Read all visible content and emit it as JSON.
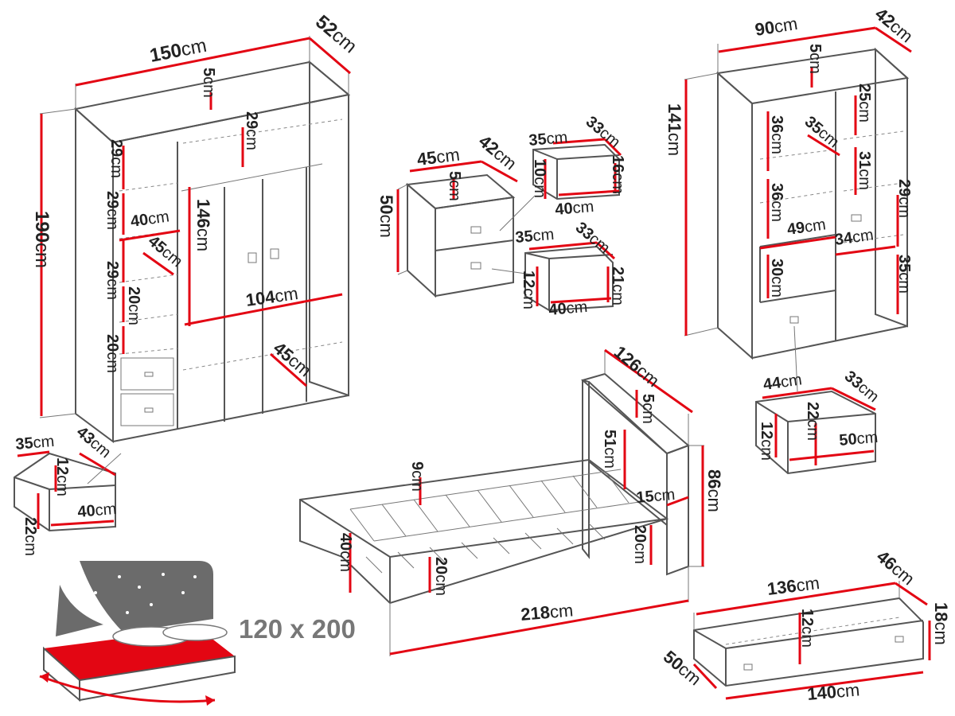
{
  "colors": {
    "accent": "#e30613",
    "outline": "#555555",
    "mattress": "#e30613",
    "headboard": "#6b6b6b"
  },
  "unit": "cm",
  "bed_size_label": "120 x 200",
  "dimensions": {
    "wardrobe_width": "150",
    "wardrobe_depth": "52",
    "wardrobe_height": "190",
    "wardrobe_top": "5",
    "wardrobe_shelf_a": "29",
    "wardrobe_inner_gap": "29",
    "wardrobe_shelf_b": "29",
    "wardrobe_shelf_c": "29",
    "wardrobe_shelf_w": "40",
    "wardrobe_shelf_d": "45",
    "wardrobe_hang_h": "146",
    "wardrobe_hang_w": "104",
    "wardrobe_hang_d": "45",
    "wardrobe_shelf_e": "20",
    "wardrobe_shelf_f": "20",
    "wd_drawer_w": "35",
    "wd_drawer_d": "43",
    "wd_drawer_h": "12",
    "wd_drawer_front_w": "40",
    "wd_drawer_front_h": "22",
    "ns_width": "45",
    "ns_depth": "42",
    "ns_height": "50",
    "ns_top": "5",
    "ns_d1_w": "35",
    "ns_d1_d": "33",
    "ns_d1_h": "10",
    "ns_d1_front_w": "40",
    "ns_d1_front_h": "16",
    "ns_d2_w": "35",
    "ns_d2_d": "33",
    "ns_d2_h": "12",
    "ns_d2_front_w": "40",
    "ns_d2_front_h": "21",
    "cab_width": "90",
    "cab_depth": "42",
    "cab_height": "141",
    "cab_top": "5",
    "cab_s1": "36",
    "cab_s2": "35",
    "cab_s3": "25",
    "cab_s4": "31",
    "cab_s5": "36",
    "cab_s6": "29",
    "cab_s7": "49",
    "cab_s8": "34",
    "cab_s9": "30",
    "cab_s10": "35",
    "cd_w": "44",
    "cd_d": "33",
    "cd_h": "12",
    "cd_inner": "22",
    "cd_front_w": "50",
    "bed_width": "126",
    "bed_top": "5",
    "bed_head_h": "51",
    "bed_head_step": "15",
    "bed_total_h": "86",
    "bed_slat_h": "9",
    "bed_side_h": "40",
    "bed_frame_h": "20",
    "bed_foot_h": "20",
    "bed_length": "218",
    "bd_w": "136",
    "bd_d": "46",
    "bd_h": "18",
    "bd_inner": "12",
    "bd_front_w": "140",
    "bd_front_d": "50"
  }
}
